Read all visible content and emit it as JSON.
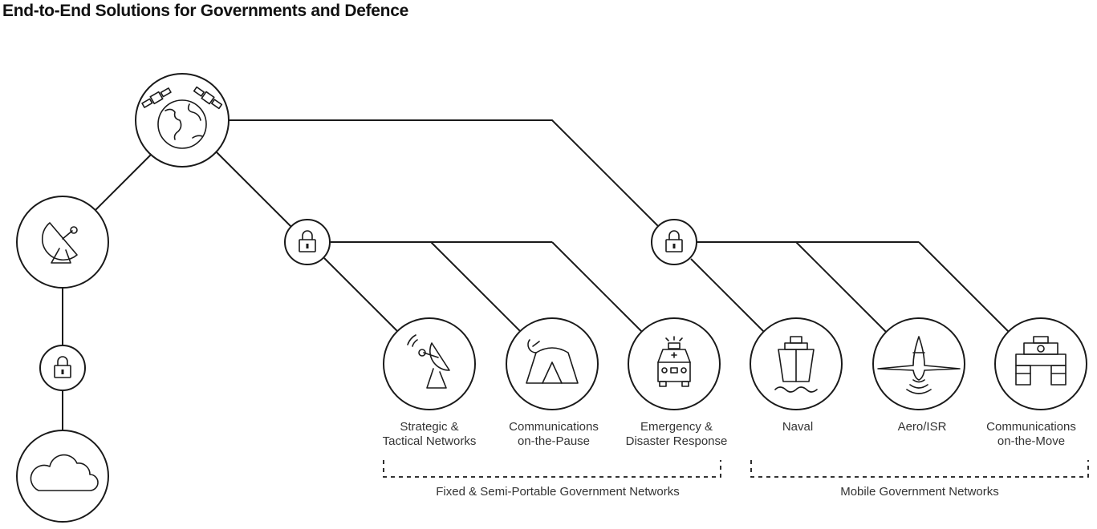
{
  "title": "End-to-End Solutions for Governments and Defence",
  "nodes": {
    "satellite_globe": {
      "icon": "satellite-globe-icon"
    },
    "ground_dish": {
      "icon": "satellite-dish-icon"
    },
    "cloud": {
      "icon": "cloud-icon"
    },
    "locks": {
      "icon": "lock-icon"
    }
  },
  "applications": [
    {
      "line1": "Strategic &",
      "line2": "Tactical Networks",
      "icon": "tactical-dish-icon"
    },
    {
      "line1": "Communications",
      "line2": "on-the-Pause",
      "icon": "tent-icon"
    },
    {
      "line1": "Emergency &",
      "line2": "Disaster Response",
      "icon": "ambulance-icon"
    },
    {
      "line1": "Naval",
      "line2": "",
      "icon": "ship-icon"
    },
    {
      "line1": "Aero/ISR",
      "line2": "",
      "icon": "aircraft-icon"
    },
    {
      "line1": "Communications",
      "line2": "on-the-Move",
      "icon": "vehicle-icon"
    }
  ],
  "groups": {
    "fixed": "Fixed & Semi-Portable Government Networks",
    "mobile": "Mobile Government Networks"
  }
}
